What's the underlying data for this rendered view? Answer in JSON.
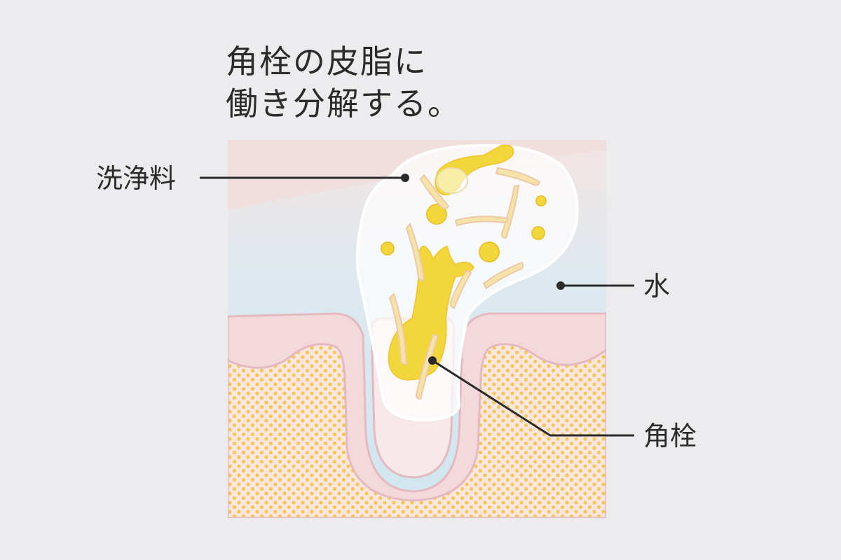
{
  "title": {
    "line1": "角栓の皮脂に",
    "line2": "働き分解する。"
  },
  "labels": {
    "detergent": "洗浄料",
    "water": "水",
    "plug": "角栓"
  },
  "colors": {
    "background": "#ececef",
    "skin_pink": "#f3d9dc",
    "skin_outline": "#e4b9bf",
    "water_blue": "#cfe6f0",
    "sebum_yellow": "#f3d73a",
    "dots_yellow": "#f1c75a",
    "fragments": "#f7e2a8",
    "leader_line": "#2b2b2b"
  }
}
